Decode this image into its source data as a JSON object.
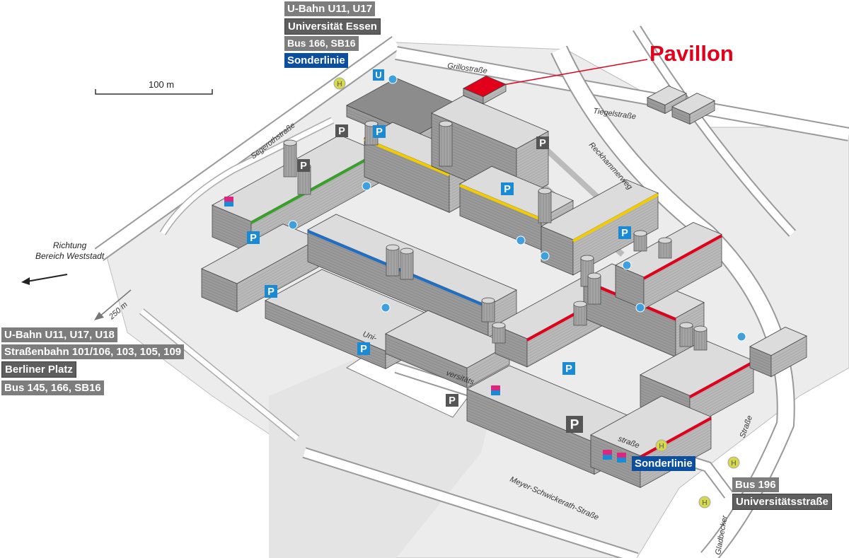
{
  "title": "Pavillon",
  "scale": {
    "label": "100 m"
  },
  "direction": {
    "line1": "Richtung",
    "line2": "Bereich Weststadt",
    "distance": "250 m"
  },
  "transit_top": [
    "U-Bahn U11, U17",
    "Universität Essen",
    "Bus 166, SB16",
    "Sonderlinie"
  ],
  "transit_left": [
    "U-Bahn U11, U17, U18",
    "Straßenbahn 101/106, 103, 105, 109",
    "Berliner Platz",
    "Bus 145, 166, SB16"
  ],
  "transit_right": {
    "sonderlinie": "Sonderlinie",
    "bus": "Bus 196",
    "stop": "Universitätsstraße"
  },
  "streets": {
    "grillo": "Grillostraße",
    "segeroth": "Segerothstraße",
    "tiegel": "Tiegelstraße",
    "reckhammer": "Reckhammerweg",
    "uni1": "Uni-",
    "uni2": "versitäts",
    "uni3": "straße",
    "meyer": "Meyer-Schwickerath-Straße",
    "gladbecker": "Gladbecker",
    "strasse": "Straße"
  },
  "icons": {
    "parking": "P",
    "ubahn": "U",
    "bus_stop": "H"
  },
  "colors": {
    "pavillon": "#e2001a",
    "green": "#3aa02c",
    "yellow": "#f2cc00",
    "blue": "#1f6fc4",
    "red": "#e2001a",
    "sonderlinie": "#0b4f9e",
    "parking_blue": "#1a8ad4",
    "bus_stop": "#d4d84a",
    "wc_pink": "#e0257f"
  }
}
